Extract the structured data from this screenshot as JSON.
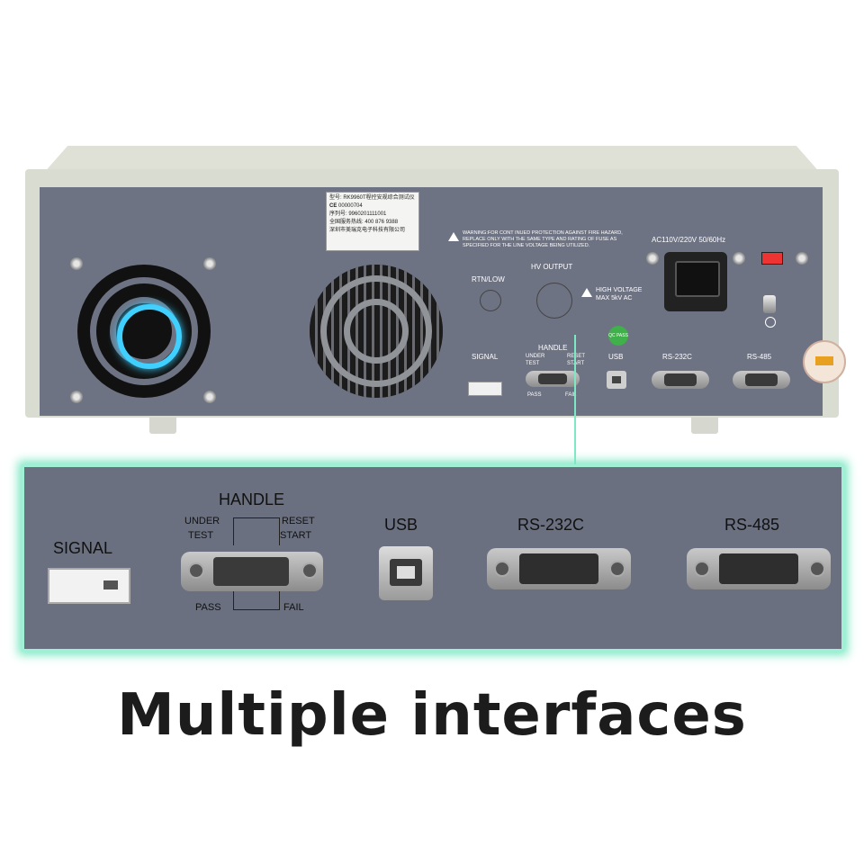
{
  "caption": "Multiple interfaces",
  "label_sticker": {
    "line1": "型号: RK9960T程控安规综合测试仪",
    "line2": "CE",
    "line3": "00000704",
    "line4": "序列号: 9960201111001",
    "line5": "全国服务热线: 400 876 9388",
    "line6": "深圳市美瑞克电子科技有限公司"
  },
  "warning_text": "WARNING:FOR CONT INUED PROTECTION AGAINST FIRE HAZARD, REPLACE ONLY WITH THE SAME TYPE AND RATING OF FUSE AS SPECIFIED FOR THE LINE VOLTAGE BEING UTILIZED.",
  "panel": {
    "rtn_low": "RTN/LOW",
    "hv_output": "HV OUTPUT",
    "high_voltage_line1": "HIGH VOLTAGE",
    "high_voltage_line2": "MAX 5kV AC",
    "power_rating": "AC110V/220V  50/60Hz",
    "signal": "SIGNAL",
    "handle": "HANDLE",
    "under": "UNDER",
    "test": "TEST",
    "reset": "RESET",
    "start": "START",
    "pass": "PASS",
    "fail": "FAIL",
    "usb": "USB",
    "rs232c": "RS-232C",
    "rs485": "RS-485",
    "qc_pass": "QC PASS"
  },
  "zoom": {
    "signal": "SIGNAL",
    "handle": "HANDLE",
    "under": "UNDER",
    "test": "TEST",
    "reset": "RESET",
    "start": "START",
    "pass": "PASS",
    "fail": "FAIL",
    "usb": "USB",
    "rs232c": "RS-232C",
    "rs485": "RS-485"
  },
  "colors": {
    "panel": "#6e7384",
    "chassis": "#d9dcd0",
    "glow": "#7de8c4",
    "fan_led": "#3fd0ff"
  }
}
